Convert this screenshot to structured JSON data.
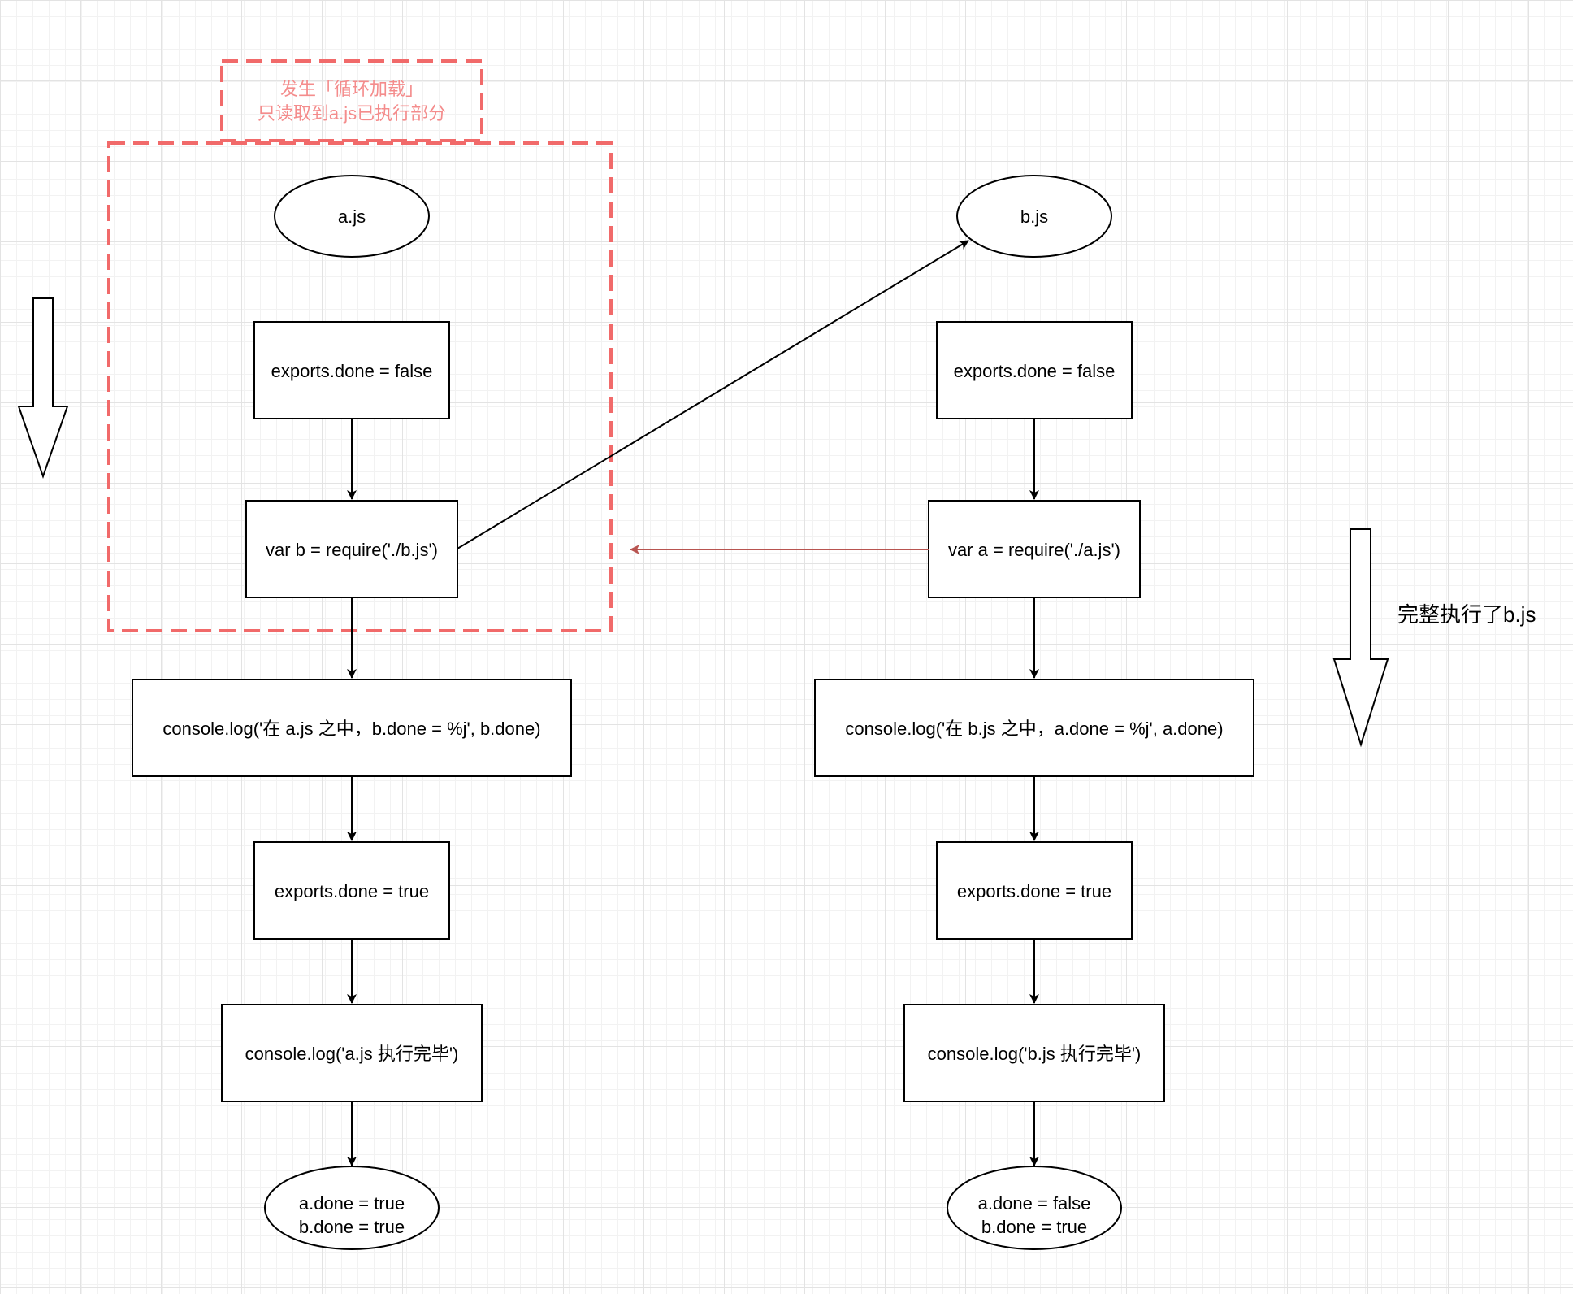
{
  "colors": {
    "stroke": "#000000",
    "highlight": "#f16a6a",
    "highlight_text": "#f48c8c",
    "back_arrow": "#b85450"
  },
  "highlight_label": {
    "line1": "发生「循环加载」",
    "line2": "只读取到a.js已执行部分"
  },
  "side_label": "完整执行了b.js",
  "a_column": {
    "start": "a.js",
    "step_exports_false": "exports.done = false",
    "step_require": "var b = require('./b.js')",
    "step_log": "console.log('在 a.js 之中，b.done = %j', b.done)",
    "step_exports_true": "exports.done = true",
    "step_done_log": "console.log('a.js 执行完毕')",
    "end_line1": "a.done = true",
    "end_line2": "b.done = true"
  },
  "b_column": {
    "start": "b.js",
    "step_exports_false": "exports.done = false",
    "step_require": "var a = require('./a.js')",
    "step_log": "console.log('在 b.js 之中，a.done = %j', a.done)",
    "step_exports_true": "exports.done = true",
    "step_done_log": "console.log('b.js 执行完毕')",
    "end_line1": "a.done = false",
    "end_line2": "b.done = true"
  },
  "icons": {
    "left_flow": "down-arrow-icon",
    "right_flow": "down-arrow-icon"
  }
}
